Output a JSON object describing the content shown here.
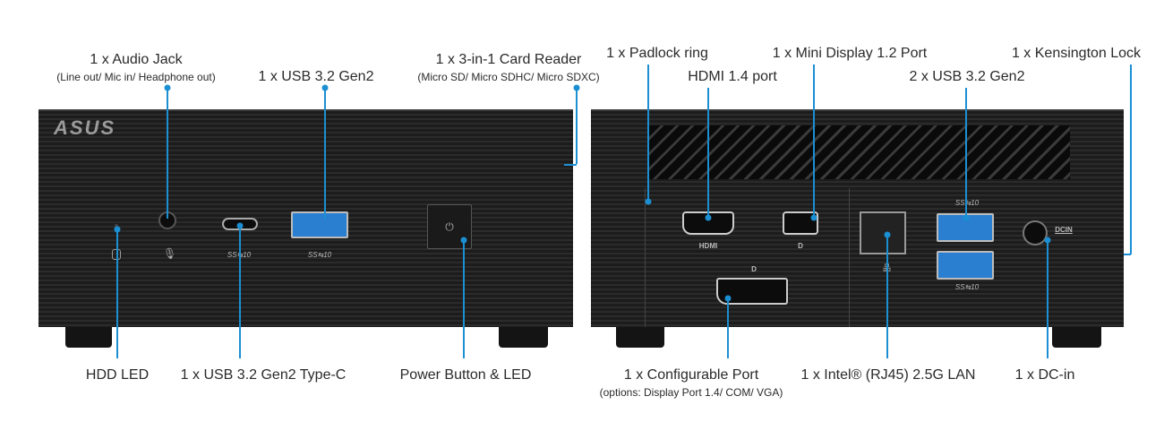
{
  "front": {
    "logo": "ASUS",
    "callouts": {
      "audio_jack": "1 x Audio Jack",
      "audio_jack_sub": "(Line out/ Mic in/ Headphone out)",
      "usb_a": "1 x USB 3.2 Gen2",
      "card_reader": "1 x 3-in-1 Card Reader",
      "card_reader_sub": "(Micro SD/ Micro SDHC/ Micro SDXC)",
      "hdd_led": "HDD LED",
      "usb_c": "1 x USB 3.2 Gen2 Type-C",
      "power": "Power Button & LED"
    },
    "port_marks": {
      "ss10_c": "SS⇆10",
      "ss10_a": "SS⇆10"
    }
  },
  "rear": {
    "callouts": {
      "padlock": "1 x Padlock ring",
      "hdmi": "HDMI 1.4 port",
      "mini_dp": "1 x Mini Display 1.2 Port",
      "usb_a": "2 x USB 3.2 Gen2",
      "kensington": "1 x Kensington Lock",
      "config_port": "1 x Configurable Port",
      "config_port_sub": "(options: Display Port 1.4/ COM/ VGA)",
      "lan": "1 x Intel® (RJ45) 2.5G LAN",
      "dc_in": "1 x DC-in"
    },
    "port_marks": {
      "hdmi": "HDMI",
      "dcin": "DCIN",
      "dp": "D",
      "ss10_top": "SS⇆10",
      "ss10_bottom": "SS⇆10"
    }
  },
  "colors": {
    "leader": "#1b8fd2",
    "usb_blue": "#2a7fd0"
  }
}
